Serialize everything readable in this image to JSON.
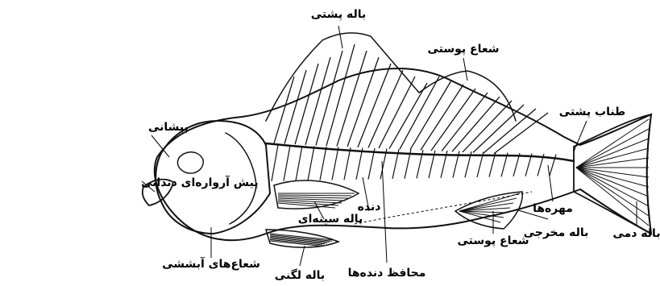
{
  "diagram": {
    "labels": {
      "dorsal_fin": "باله پشتی",
      "dermal_ray_top": "شعاع پوستی",
      "dorsal_cord": "طناب پشتی",
      "forehead": "پیشانی",
      "premaxilla": "پیش آرواره‌ای دندانی",
      "rib": "دنده",
      "pectoral_fin": "باله سینه‌ای",
      "vertebrae": "مهره‌ها",
      "caudal_fin": "باله دمی",
      "anal_fin": "باله مخرجی",
      "dermal_ray_bottom": "شعاع پوستی",
      "gill_rays": "شعاع‌های آبششی",
      "pelvic_fin": "باله لگنی",
      "rib_guard": "محافظ دنده‌ها"
    }
  }
}
